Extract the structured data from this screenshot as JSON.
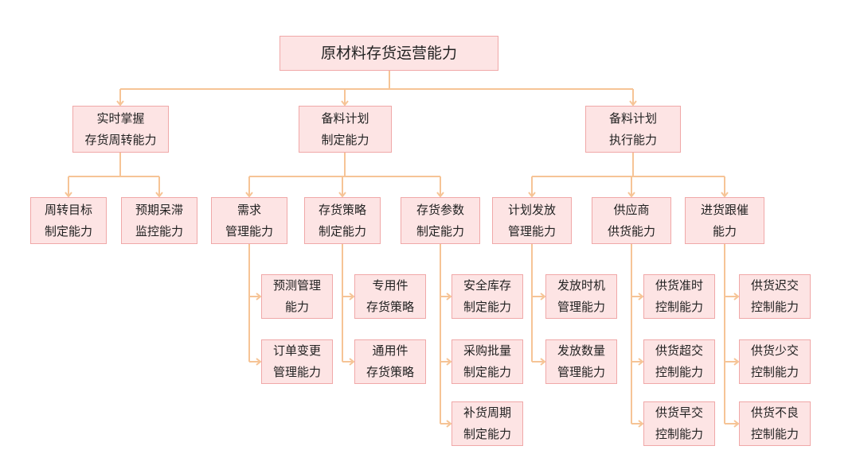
{
  "colors": {
    "node_fill": "#fde4e4",
    "node_border": "#f0a8a8",
    "connector": "#f6c496",
    "text": "#222222"
  },
  "nodes": {
    "root": {
      "lines": [
        "原材料存货运营能力"
      ]
    },
    "realtime": {
      "lines": [
        "实时掌握",
        "存货周转能力"
      ]
    },
    "plan_make": {
      "lines": [
        "备料计划",
        "制定能力"
      ]
    },
    "plan_exec": {
      "lines": [
        "备料计划",
        "执行能力"
      ]
    },
    "turnover_target": {
      "lines": [
        "周转目标",
        "制定能力"
      ]
    },
    "slow_monitor": {
      "lines": [
        "预期呆滞",
        "监控能力"
      ]
    },
    "demand": {
      "lines": [
        "需求",
        "管理能力"
      ]
    },
    "stock_strategy": {
      "lines": [
        "存货策略",
        "制定能力"
      ]
    },
    "stock_params": {
      "lines": [
        "存货参数",
        "制定能力"
      ]
    },
    "plan_release": {
      "lines": [
        "计划发放",
        "管理能力"
      ]
    },
    "supplier": {
      "lines": [
        "供应商",
        "供货能力"
      ]
    },
    "followup": {
      "lines": [
        "进货跟催",
        "能力"
      ]
    },
    "forecast": {
      "lines": [
        "预测管理",
        "能力"
      ]
    },
    "order_change": {
      "lines": [
        "订单变更",
        "管理能力"
      ]
    },
    "special_parts": {
      "lines": [
        "专用件",
        "存货策略"
      ]
    },
    "common_parts": {
      "lines": [
        "通用件",
        "存货策略"
      ]
    },
    "safety_stock": {
      "lines": [
        "安全库存",
        "制定能力"
      ]
    },
    "purchase_lot": {
      "lines": [
        "采购批量",
        "制定能力"
      ]
    },
    "replenish_cycle": {
      "lines": [
        "补货周期",
        "制定能力"
      ]
    },
    "release_time": {
      "lines": [
        "发放时机",
        "管理能力"
      ]
    },
    "release_qty": {
      "lines": [
        "发放数量",
        "管理能力"
      ]
    },
    "ontime": {
      "lines": [
        "供货准时",
        "控制能力"
      ]
    },
    "over_delivery": {
      "lines": [
        "供货超交",
        "控制能力"
      ]
    },
    "early_delivery": {
      "lines": [
        "供货早交",
        "控制能力"
      ]
    },
    "late_delivery": {
      "lines": [
        "供货迟交",
        "控制能力"
      ]
    },
    "short_delivery": {
      "lines": [
        "供货少交",
        "控制能力"
      ]
    },
    "defect_delivery": {
      "lines": [
        "供货不良",
        "控制能力"
      ]
    }
  }
}
